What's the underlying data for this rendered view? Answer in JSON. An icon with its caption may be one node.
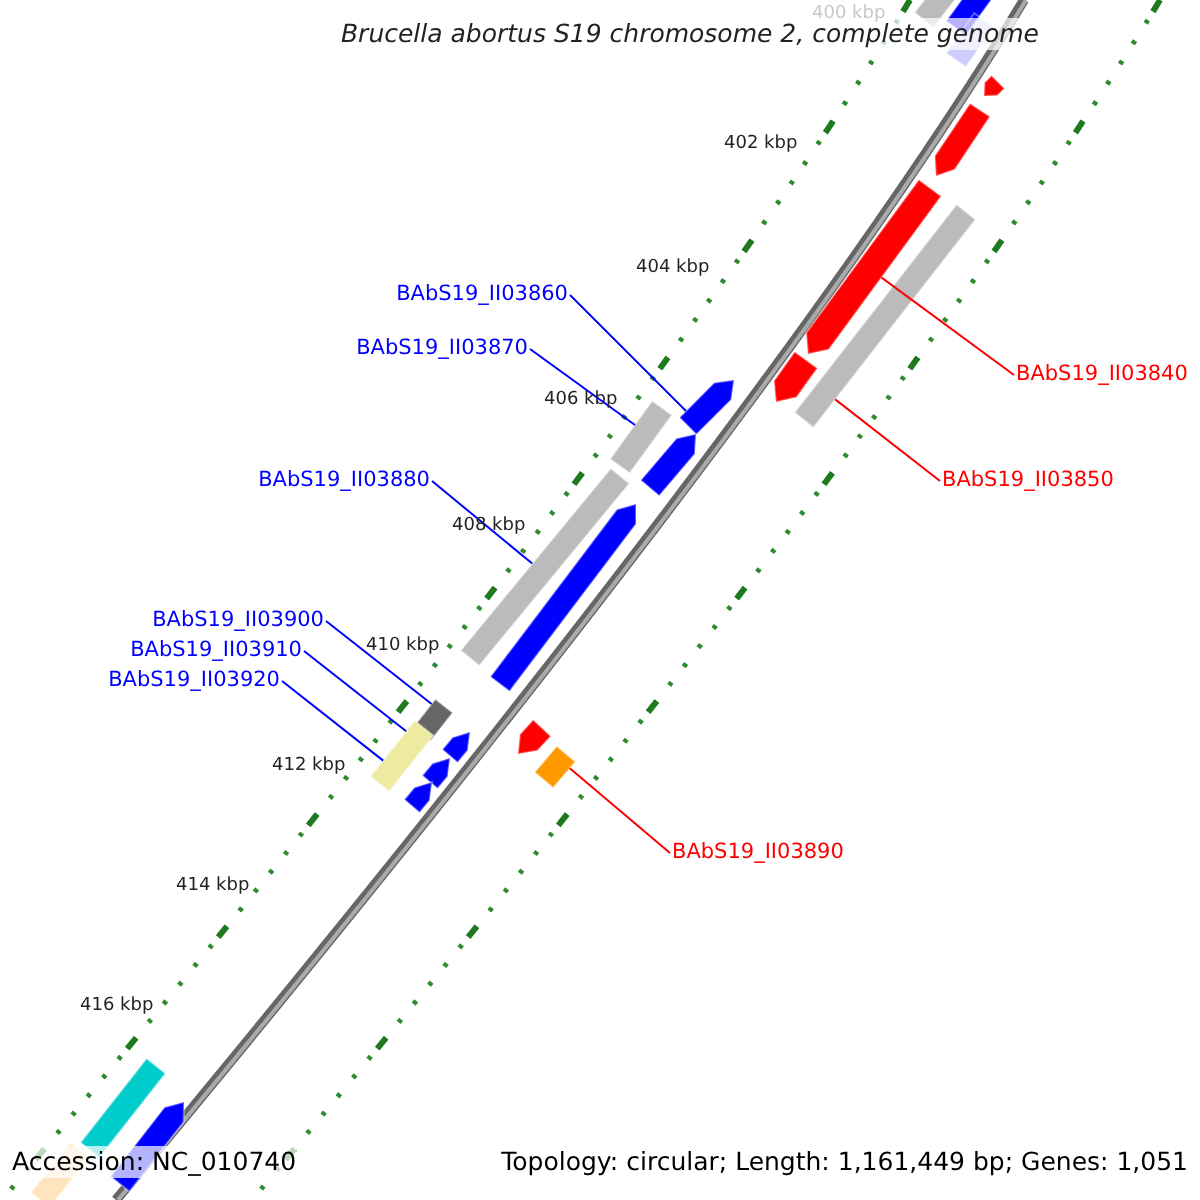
{
  "diagram": {
    "title": "Brucella abortus S19 chromosome 2, complete genome",
    "nodes": [
      {
        "text": [
          "BAbS19_II03860"
        ]
      },
      {
        "text": [
          "BAbS19_II03870"
        ]
      },
      {
        "text": [
          "BAbS19_II03880"
        ]
      },
      {
        "text": [
          "BAbS19_II03900"
        ]
      },
      {
        "text": [
          "BAbS19_II03910"
        ]
      },
      {
        "text": [
          "BAbS19_II03920"
        ]
      },
      {
        "text": [
          "BAbS19_II03840"
        ]
      },
      {
        "text": [
          "BAbS19_II03850"
        ]
      },
      {
        "text": [
          "BAbS19_II03890"
        ]
      },
      {
        "text": [],
        "shape": "bar"
      },
      {
        "text": [],
        "shape": "bar"
      },
      {
        "text": [],
        "shape": "bar"
      },
      {
        "text": [],
        "shape": "bar"
      },
      {
        "text": [],
        "shape": "bar"
      },
      {
        "text": [],
        "shape": "bar"
      },
      {
        "text": [],
        "shape": "bar"
      },
      {
        "text": [],
        "shape": "bar"
      },
      {
        "text": [],
        "shape": "bar"
      },
      {
        "text": [],
        "shape": "bar"
      },
      {
        "text": [],
        "shape": "bar"
      },
      {
        "text": [],
        "shape": "bar"
      },
      {
        "text": [],
        "shape": "bar"
      },
      {
        "text": [],
        "shape": "bar"
      },
      {
        "text": [],
        "shape": "bar"
      },
      {
        "text": [],
        "shape": "bar"
      },
      {
        "text": [],
        "shape": "bar"
      },
      {
        "text": [],
        "shape": "bar"
      },
      {
        "text": [],
        "shape": "bar"
      },
      {
        "text": [],
        "shape": "bar"
      },
      {
        "text": [],
        "shape": "bar"
      },
      {
        "text": [],
        "shape": "bar"
      },
      {
        "text": [],
        "shape": "bar"
      }
    ],
    "edges": [
      {
        "from": 0,
        "to": 17,
        "arrow": "none"
      },
      {
        "from": 1,
        "to": 18,
        "arrow": "none"
      },
      {
        "from": 2,
        "to": 20,
        "arrow": "none"
      },
      {
        "from": 3,
        "to": 22,
        "arrow": "none"
      },
      {
        "from": 4,
        "to": 23,
        "arrow": "none"
      },
      {
        "from": 5,
        "to": 23,
        "arrow": "none"
      },
      {
        "from": 6,
        "to": 14,
        "arrow": "none",
        "color": "#ff0000"
      },
      {
        "from": 7,
        "to": 15,
        "arrow": "none",
        "color": "#ff0000"
      },
      {
        "from": 8,
        "to": 28,
        "arrow": "none",
        "color": "#ff0000"
      }
    ],
    "labels": [
      "400 kbp",
      "402 kbp",
      "404 kbp",
      "406 kbp",
      "408 kbp",
      "410 kbp",
      "412 kbp",
      "414 kbp",
      "416 kbp",
      "Accession: NC_010740",
      "Topology: circular; Length: 1,161,449 bp; Genes: 1,051"
    ]
  }
}
